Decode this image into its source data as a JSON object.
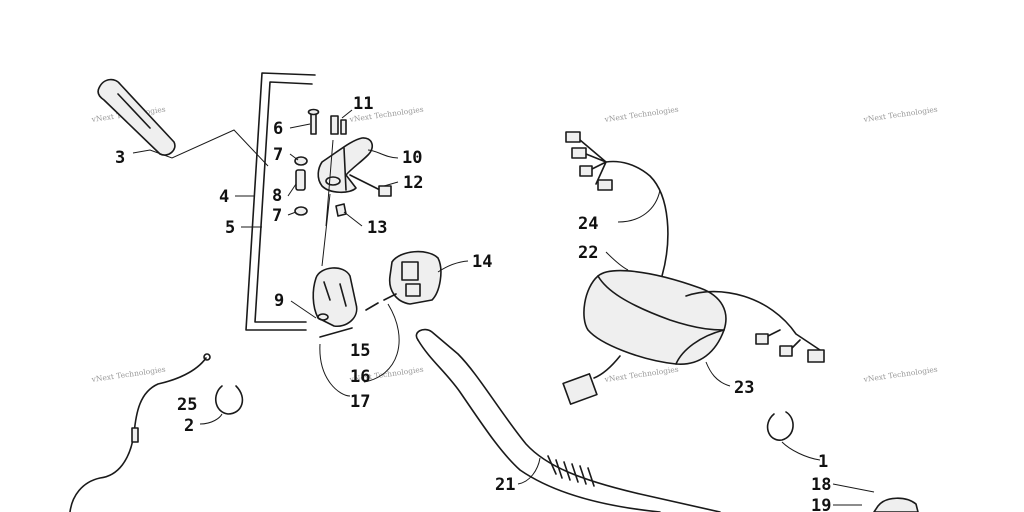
{
  "colors": {
    "line": "#1a1a1a",
    "label": "#111111",
    "watermark": "#9a9a9a",
    "background": "#ffffff"
  },
  "watermark_text": "vNext Technologies",
  "callouts": [
    "1",
    "2",
    "3",
    "4",
    "5",
    "6",
    "7",
    "8",
    "7",
    "9",
    "10",
    "11",
    "12",
    "13",
    "14",
    "15",
    "16",
    "17",
    "18",
    "19",
    "21",
    "22",
    "23",
    "24",
    "25"
  ]
}
